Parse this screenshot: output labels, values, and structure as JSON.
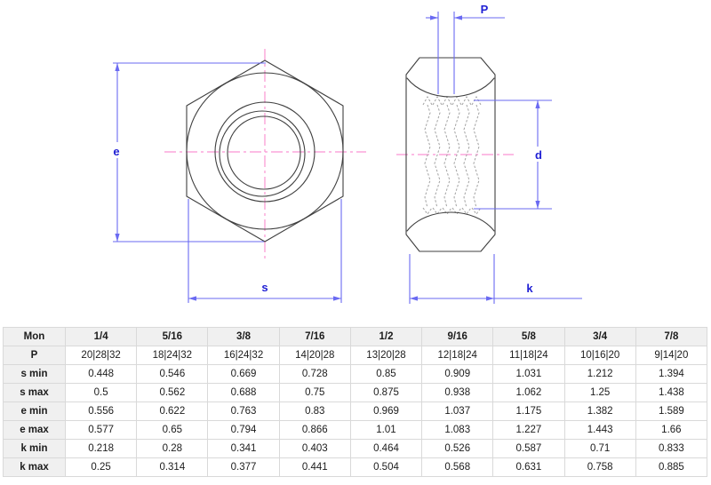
{
  "drawing": {
    "front_view": {
      "label_e": "e",
      "label_s": "s"
    },
    "side_view": {
      "label_p": "P",
      "label_d": "d",
      "label_k": "k"
    },
    "colors": {
      "dimension_line": "#6a6af2",
      "dimension_label": "#1f1fd4",
      "centerline": "#f995d3",
      "outline": "#3f3f3f",
      "thread": "#a2a2a2",
      "table_border": "#d9d9d9",
      "table_header_bg": "#f0f0f0",
      "table_text": "#1c1c1c"
    }
  },
  "table": {
    "columns": [
      "Mon",
      "1/4",
      "5/16",
      "3/8",
      "7/16",
      "1/2",
      "9/16",
      "5/8",
      "3/4",
      "7/8"
    ],
    "rows": [
      {
        "label": "P",
        "values": [
          "20|28|32",
          "18|24|32",
          "16|24|32",
          "14|20|28",
          "13|20|28",
          "12|18|24",
          "11|18|24",
          "10|16|20",
          "9|14|20"
        ]
      },
      {
        "label": "s min",
        "values": [
          "0.448",
          "0.546",
          "0.669",
          "0.728",
          "0.85",
          "0.909",
          "1.031",
          "1.212",
          "1.394"
        ]
      },
      {
        "label": "s max",
        "values": [
          "0.5",
          "0.562",
          "0.688",
          "0.75",
          "0.875",
          "0.938",
          "1.062",
          "1.25",
          "1.438"
        ]
      },
      {
        "label": "e min",
        "values": [
          "0.556",
          "0.622",
          "0.763",
          "0.83",
          "0.969",
          "1.037",
          "1.175",
          "1.382",
          "1.589"
        ]
      },
      {
        "label": "e max",
        "values": [
          "0.577",
          "0.65",
          "0.794",
          "0.866",
          "1.01",
          "1.083",
          "1.227",
          "1.443",
          "1.66"
        ]
      },
      {
        "label": "k min",
        "values": [
          "0.218",
          "0.28",
          "0.341",
          "0.403",
          "0.464",
          "0.526",
          "0.587",
          "0.71",
          "0.833"
        ]
      },
      {
        "label": "k max",
        "values": [
          "0.25",
          "0.314",
          "0.377",
          "0.441",
          "0.504",
          "0.568",
          "0.631",
          "0.758",
          "0.885"
        ]
      }
    ]
  }
}
